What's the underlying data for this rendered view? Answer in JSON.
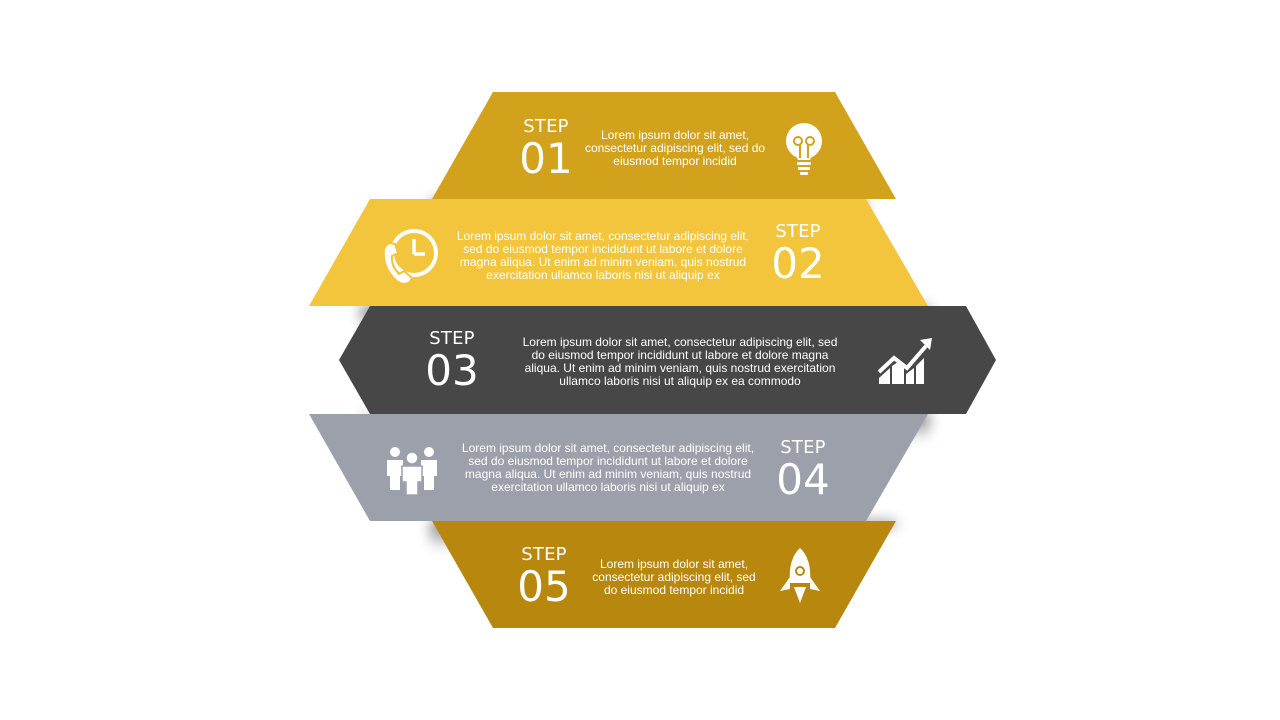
{
  "colors": {
    "step01": "#D2A21C",
    "step02": "#F2C53D",
    "step03": "#474747",
    "step04": "#9CA0AB",
    "step05": "#B8870E",
    "text": "#FFFFFF"
  },
  "steps": [
    {
      "word": "STEP",
      "number": "01",
      "text": "Lorem ipsum dolor sit amet, consectetur adipiscing elit, sed do eiusmod tempor incidid",
      "icon": "lightbulb-icon"
    },
    {
      "word": "STEP",
      "number": "02",
      "text": "Lorem ipsum dolor sit amet, consectetur adipiscing elit, sed do eiusmod tempor incididunt ut labore et dolore magna aliqua. Ut enim ad minim veniam, quis nostrud exercitation ullamco laboris nisi ut aliquip ex",
      "icon": "phone-clock-icon"
    },
    {
      "word": "STEP",
      "number": "03",
      "text": "Lorem ipsum dolor sit amet, consectetur adipiscing elit, sed do eiusmod tempor incididunt ut labore et dolore magna aliqua. Ut enim ad minim veniam, quis nostrud exercitation ullamco laboris nisi ut aliquip ex ea commodo",
      "icon": "growth-chart-icon"
    },
    {
      "word": "STEP",
      "number": "04",
      "text": "Lorem ipsum dolor sit amet, consectetur adipiscing elit, sed do eiusmod tempor incididunt ut labore et dolore magna aliqua. Ut enim ad minim veniam, quis nostrud exercitation ullamco laboris nisi ut aliquip ex",
      "icon": "team-icon"
    },
    {
      "word": "STEP",
      "number": "05",
      "text": "Lorem ipsum dolor sit amet, consectetur adipiscing elit, sed do eiusmod tempor incidid",
      "icon": "rocket-icon"
    }
  ]
}
